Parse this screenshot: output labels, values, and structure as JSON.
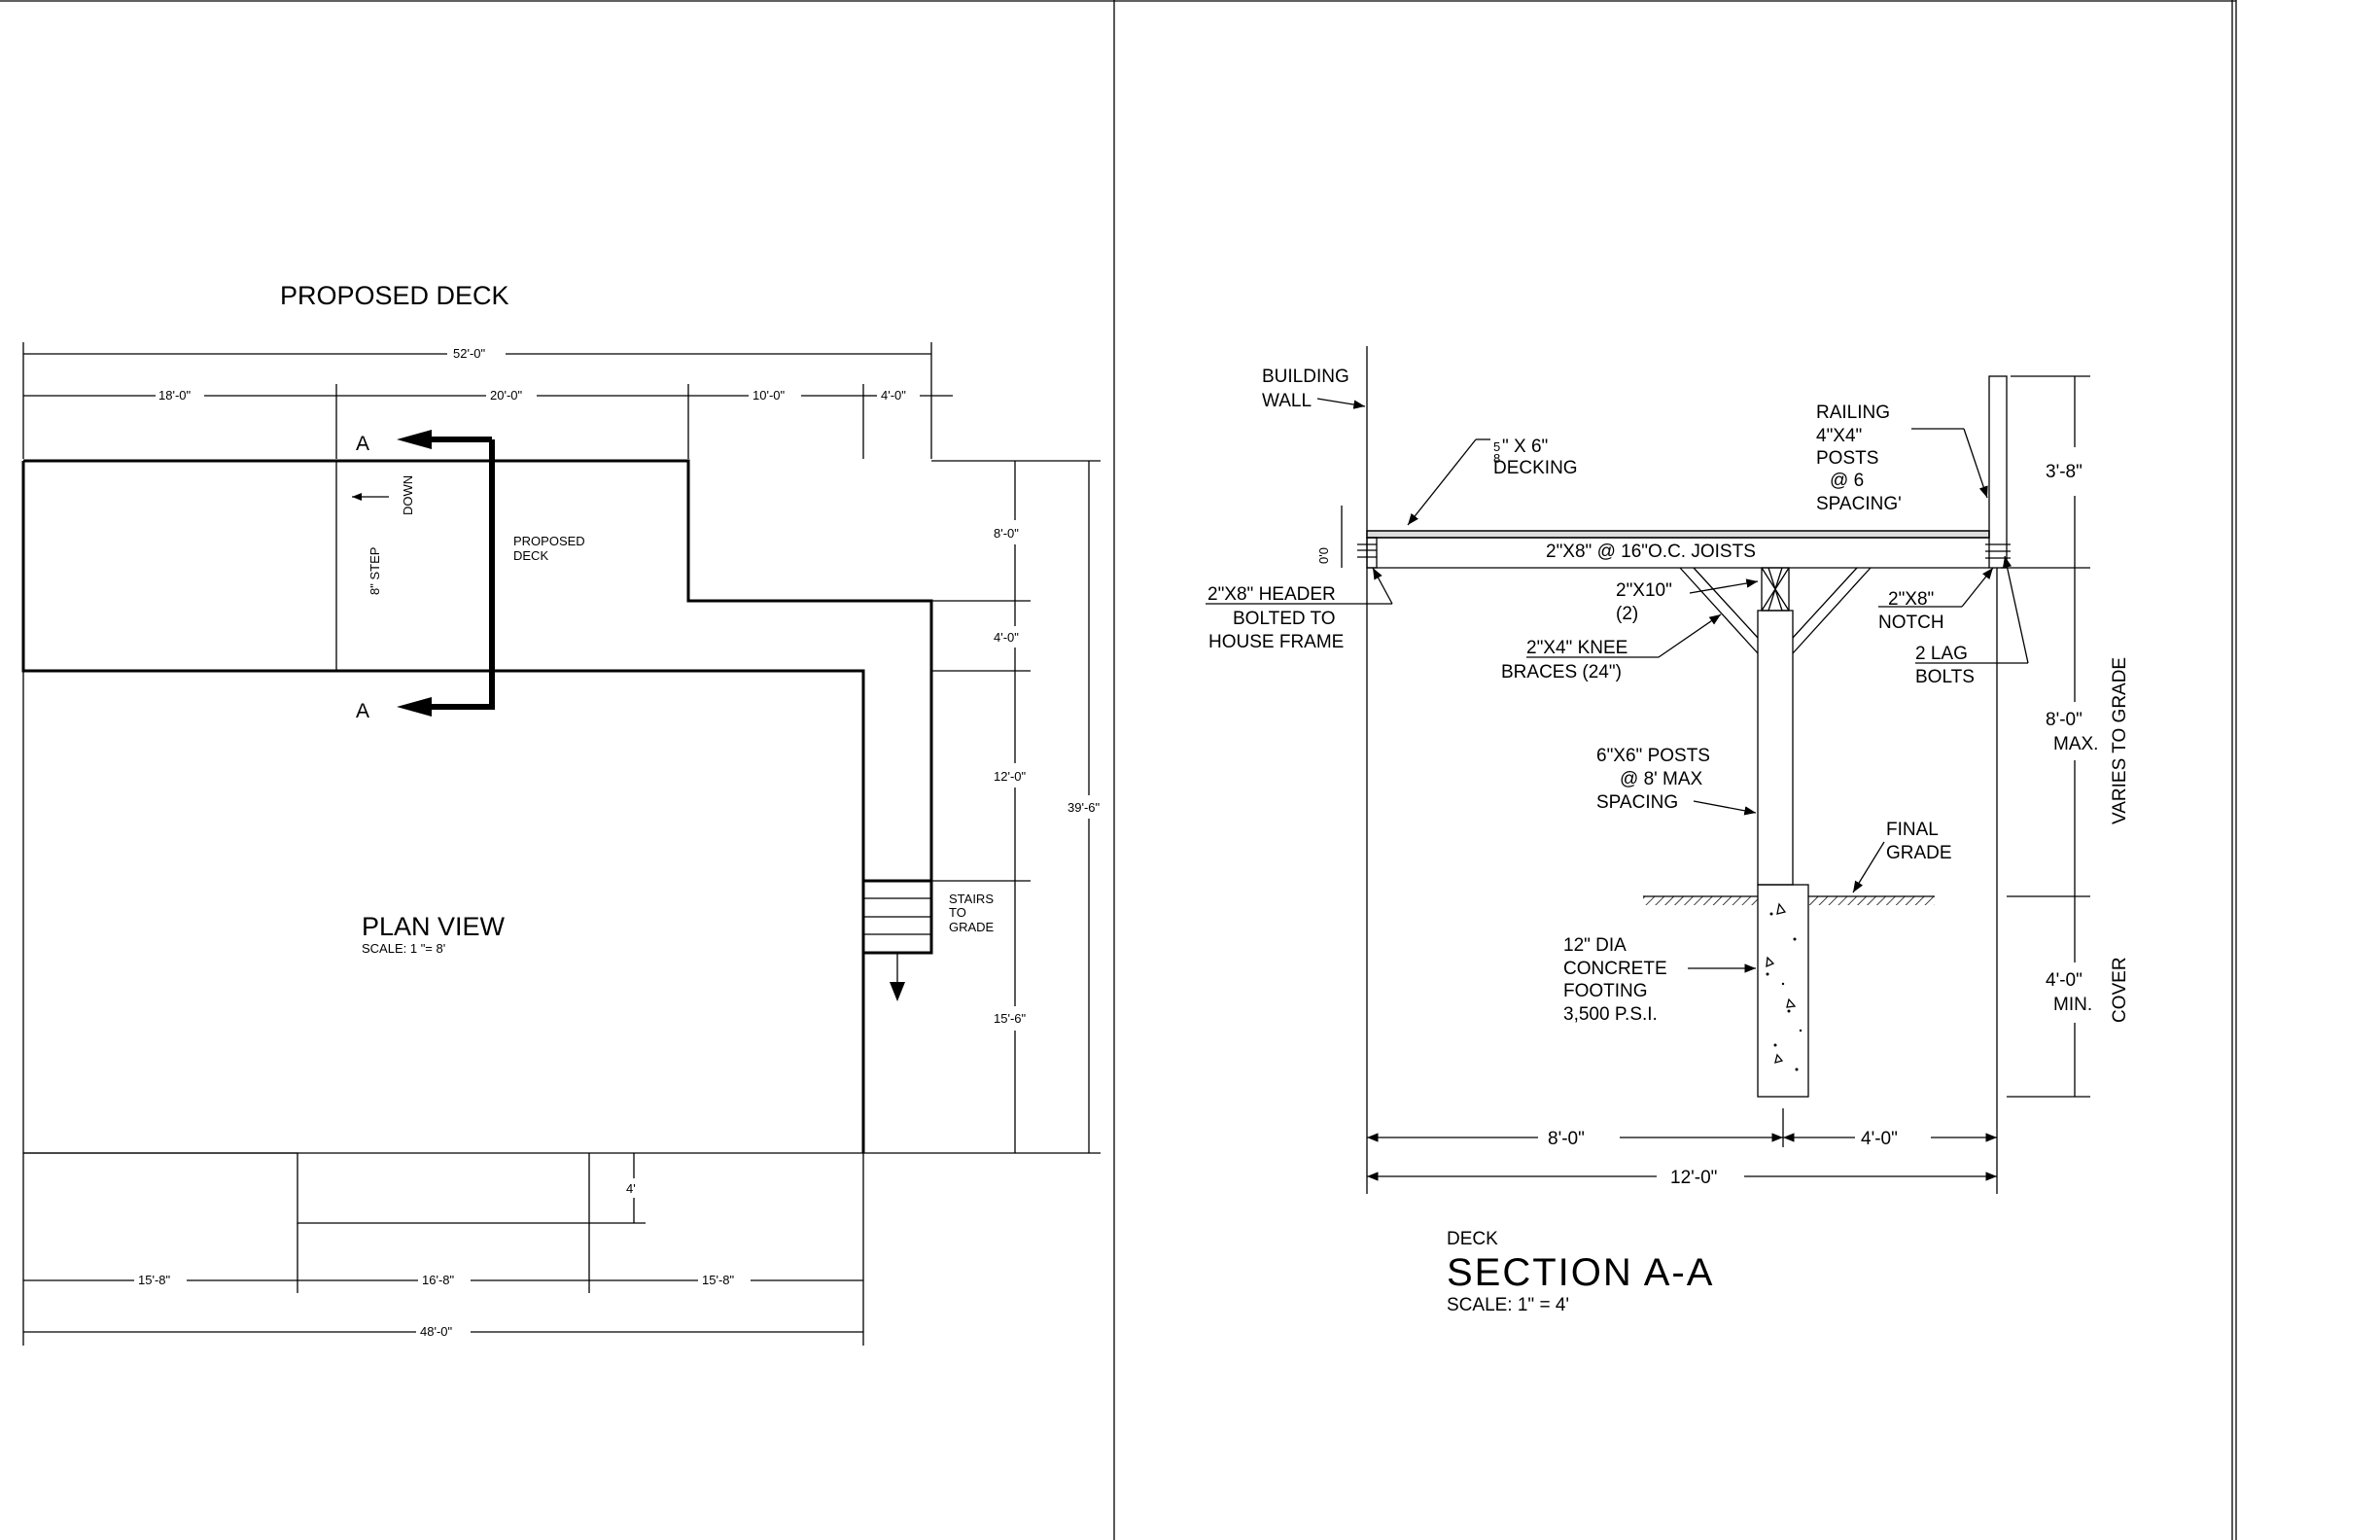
{
  "plan": {
    "title": "PROPOSED DECK",
    "label": "PLAN VIEW",
    "scale": "SCALE: 1 \"= 8'",
    "deck_label_1": "PROPOSED",
    "deck_label_2": "DECK",
    "step_label": "8\" STEP",
    "down_label": "DOWN",
    "section_mark": "A",
    "stairs_1": "STAIRS",
    "stairs_2": "TO",
    "stairs_3": "GRADE",
    "dims": {
      "overall_top": "52'-0\"",
      "top_1": "18'-0\"",
      "top_2": "20'-0\"",
      "top_3": "10'-0\"",
      "top_4": "4'-0\"",
      "right_1": "8'-0\"",
      "right_2": "4'-0\"",
      "right_3": "12'-0\"",
      "right_4": "15'-6\"",
      "right_overall": "39'-6\"",
      "bump": "4'",
      "bottom_1": "15'-8\"",
      "bottom_2": "16'-8\"",
      "bottom_3": "15'-8\"",
      "bottom_overall": "48'-0\""
    }
  },
  "section": {
    "title_small": "DECK",
    "title": "SECTION A-A",
    "scale": "SCALE: 1\" = 4'",
    "building_wall_1": "BUILDING",
    "building_wall_2": "WALL",
    "decking_frac_n": "5",
    "decking_frac_d": "8",
    "decking_1": "\" X 6\"",
    "decking_2": "DECKING",
    "railing_1": "RAILING",
    "railing_2": "4\"X4\"",
    "railing_3": "POSTS",
    "railing_4": "@  6",
    "railing_5": "SPACING'",
    "joists": "2\"X8\" @ 16\"O.C. JOISTS",
    "offset": "0'0",
    "header_1": "2\"X8\" HEADER",
    "header_2": "BOLTED TO",
    "header_3": "HOUSE FRAME",
    "beam_1": "2\"X10\"",
    "beam_2": "(2)",
    "knee_1": "2\"X4\" KNEE",
    "knee_2": "BRACES (24\")",
    "notch_1": "2\"X8\"",
    "notch_2": "NOTCH",
    "lag_1": "2 LAG",
    "lag_2": "BOLTS",
    "posts_1": "6\"X6\" POSTS",
    "posts_2": "@  8' MAX",
    "posts_3": "SPACING",
    "grade_1": "FINAL",
    "grade_2": "GRADE",
    "footing_1": "12\" DIA",
    "footing_2": "CONCRETE",
    "footing_3": "FOOTING",
    "footing_4": "3,500 P.S.I.",
    "dims": {
      "rail_h": "3'-8\"",
      "height_1": "8'-0\"",
      "height_2": "MAX.",
      "varies": "VARIES TO GRADE",
      "cover_1": "4'-0\"",
      "cover_2": "MIN.",
      "cover_3": "COVER",
      "bottom_1": "8'-0\"",
      "bottom_2": "4'-0\"",
      "bottom_overall": "12'-0\""
    }
  }
}
